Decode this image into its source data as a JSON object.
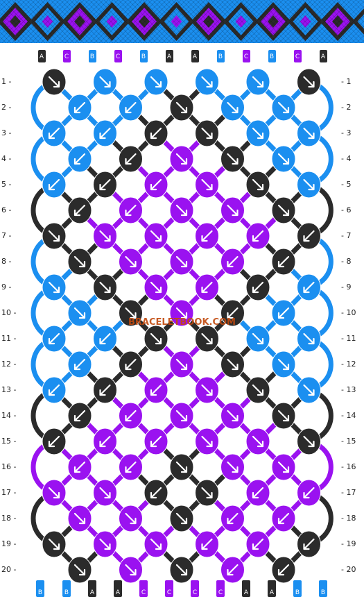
{
  "colors": {
    "A": "#2b2b2b",
    "B": "#1b8ff0",
    "C": "#9a12f0"
  },
  "strands_top": [
    "A",
    "C",
    "B",
    "C",
    "B",
    "A",
    "A",
    "B",
    "C",
    "B",
    "C",
    "A"
  ],
  "strands_bottom": [
    "B",
    "B",
    "A",
    "A",
    "C",
    "C",
    "C",
    "C",
    "A",
    "A",
    "B",
    "B"
  ],
  "row_numbers": [
    "1",
    "2",
    "3",
    "4",
    "5",
    "6",
    "7",
    "8",
    "9",
    "10",
    "11",
    "12",
    "13",
    "14",
    "15",
    "16",
    "17",
    "18",
    "19",
    "20"
  ],
  "watermark": "BRACELETBOOK.COM",
  "knots": [
    [
      "A",
      "B",
      "B",
      "B",
      "B",
      "A"
    ],
    [
      "B",
      "B",
      "A",
      "B",
      "B"
    ],
    [
      "B",
      "B",
      "A",
      "A",
      "B",
      "B"
    ],
    [
      "B",
      "A",
      "C",
      "A",
      "B"
    ],
    [
      "B",
      "A",
      "C",
      "C",
      "A",
      "B"
    ],
    [
      "A",
      "C",
      "C",
      "C",
      "A"
    ],
    [
      "A",
      "C",
      "C",
      "C",
      "C",
      "A"
    ],
    [
      "A",
      "C",
      "C",
      "C",
      "A"
    ],
    [
      "B",
      "A",
      "C",
      "C",
      "A",
      "B"
    ],
    [
      "B",
      "A",
      "C",
      "A",
      "B"
    ],
    [
      "B",
      "B",
      "A",
      "A",
      "B",
      "B"
    ],
    [
      "B",
      "A",
      "C",
      "A",
      "B"
    ],
    [
      "B",
      "A",
      "C",
      "C",
      "A",
      "B"
    ],
    [
      "A",
      "C",
      "C",
      "C",
      "A"
    ],
    [
      "A",
      "C",
      "C",
      "C",
      "C",
      "A"
    ],
    [
      "C",
      "C",
      "A",
      "C",
      "C"
    ],
    [
      "C",
      "C",
      "A",
      "A",
      "C",
      "C"
    ],
    [
      "C",
      "C",
      "A",
      "C",
      "C"
    ],
    [
      "A",
      "C",
      "C",
      "C",
      "C",
      "A"
    ],
    [
      "A",
      "C",
      "A",
      "C",
      "A"
    ]
  ],
  "arrows": [
    [
      "dr",
      "dr",
      "dr",
      "dr",
      "dr",
      "dr"
    ],
    [
      "dl",
      "dl",
      "dr",
      "dr",
      "dr"
    ],
    [
      "dl",
      "dl",
      "dl",
      "dr",
      "dr",
      "dr"
    ],
    [
      "dl",
      "dl",
      "dr",
      "dr",
      "dr"
    ],
    [
      "dl",
      "dl",
      "dl",
      "dr",
      "dr",
      "dr"
    ],
    [
      "dl",
      "dl",
      "dr",
      "dr",
      "dr"
    ],
    [
      "dr",
      "dr",
      "dr",
      "dl",
      "dl",
      "dl"
    ],
    [
      "dr",
      "dr",
      "dr",
      "dl",
      "dl"
    ],
    [
      "dr",
      "dr",
      "dr",
      "dl",
      "dl",
      "dl"
    ],
    [
      "dr",
      "dr",
      "dr",
      "dl",
      "dl"
    ],
    [
      "dl",
      "dl",
      "dr",
      "dr",
      "dr",
      "dr"
    ],
    [
      "dl",
      "dl",
      "dr",
      "dr",
      "dr"
    ],
    [
      "dl",
      "dl",
      "dl",
      "dr",
      "dr",
      "dr"
    ],
    [
      "dl",
      "dl",
      "dr",
      "dr",
      "dr"
    ],
    [
      "dl",
      "dl",
      "dl",
      "dr",
      "dr",
      "dr"
    ],
    [
      "dl",
      "dl",
      "dr",
      "dr",
      "dr"
    ],
    [
      "dr",
      "dr",
      "dl",
      "dr",
      "dl",
      "dl"
    ],
    [
      "dr",
      "dr",
      "dr",
      "dl",
      "dl"
    ],
    [
      "dr",
      "dr",
      "dr",
      "dl",
      "dl",
      "dl"
    ],
    [
      "dr",
      "dr",
      "dr",
      "dl",
      "dl"
    ]
  ]
}
